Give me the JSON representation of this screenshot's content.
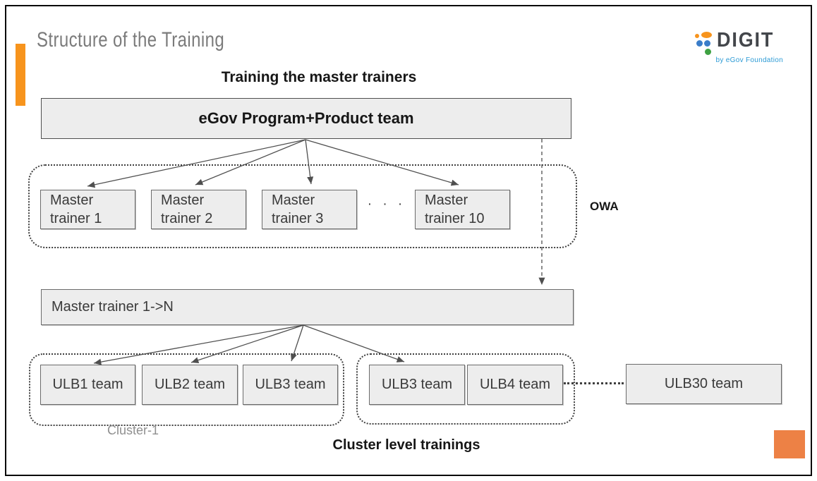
{
  "slide": {
    "title": "Structure of the Training",
    "heading_top": "Training the master trainers",
    "heading_bottom": "Cluster level trainings"
  },
  "logo": {
    "wordmark": "DIGIT",
    "tagline": "by eGov Foundation"
  },
  "diagram": {
    "egov_box_label": "eGov Program+Product team",
    "master_trainers": [
      "Master trainer 1",
      "Master trainer 2",
      "Master trainer 3",
      "Master trainer 10"
    ],
    "ellipsis": "· · ·",
    "owa_label": "OWA",
    "mt_range_label": "Master trainer 1->N",
    "cluster1": {
      "label": "Cluster-1",
      "ulbs": [
        "ULB1 team",
        "ULB2 team",
        "ULB3 team"
      ]
    },
    "cluster2": {
      "ulbs": [
        "ULB3 team",
        "ULB4 team"
      ]
    },
    "ulb30_label": "ULB30 team"
  },
  "colors": {
    "accent_orange": "#F7941D",
    "corner_orange": "#ED8145",
    "box_fill": "#EDEDED",
    "box_border": "#6B6B6B",
    "arrow": "#4F4F4F",
    "logo_text": "#43464B",
    "logo_blue": "#2D9BD5",
    "logo_dot_blue": "#3A7DC9",
    "logo_dot_green": "#3FA142"
  }
}
